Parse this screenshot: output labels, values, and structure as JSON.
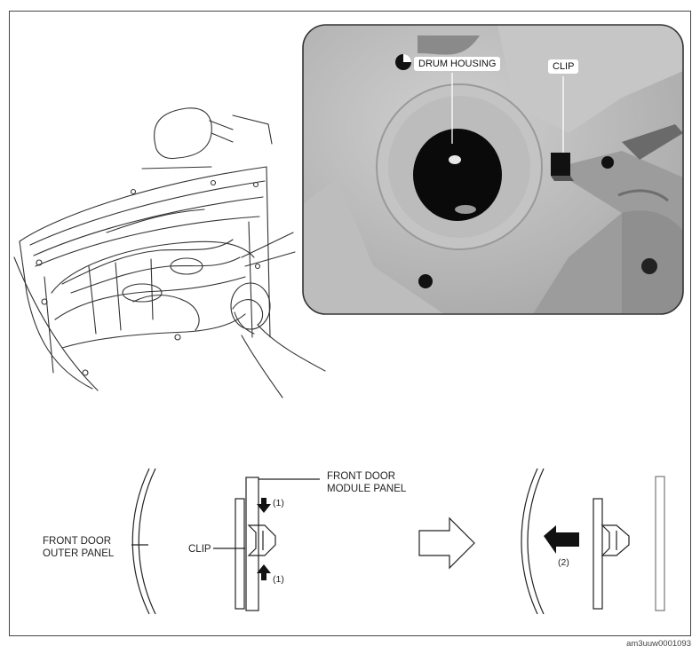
{
  "photo_labels": {
    "drum_housing": "DRUM HOUSING",
    "clip": "CLIP"
  },
  "diagram_labels": {
    "module_panel_line1": "FRONT DOOR",
    "module_panel_line2": "MODULE PANEL",
    "outer_panel_line1": "FRONT DOOR",
    "outer_panel_line2": "OUTER PANEL",
    "clip": "CLIP",
    "step1_top": "(1)",
    "step1_bottom": "(1)",
    "step2": "(2)"
  },
  "figure_code": "am3uuw0001093",
  "colors": {
    "line": "#222222",
    "photo_bg": "#b8b8b8",
    "photo_dark": "#0a0a0a"
  }
}
